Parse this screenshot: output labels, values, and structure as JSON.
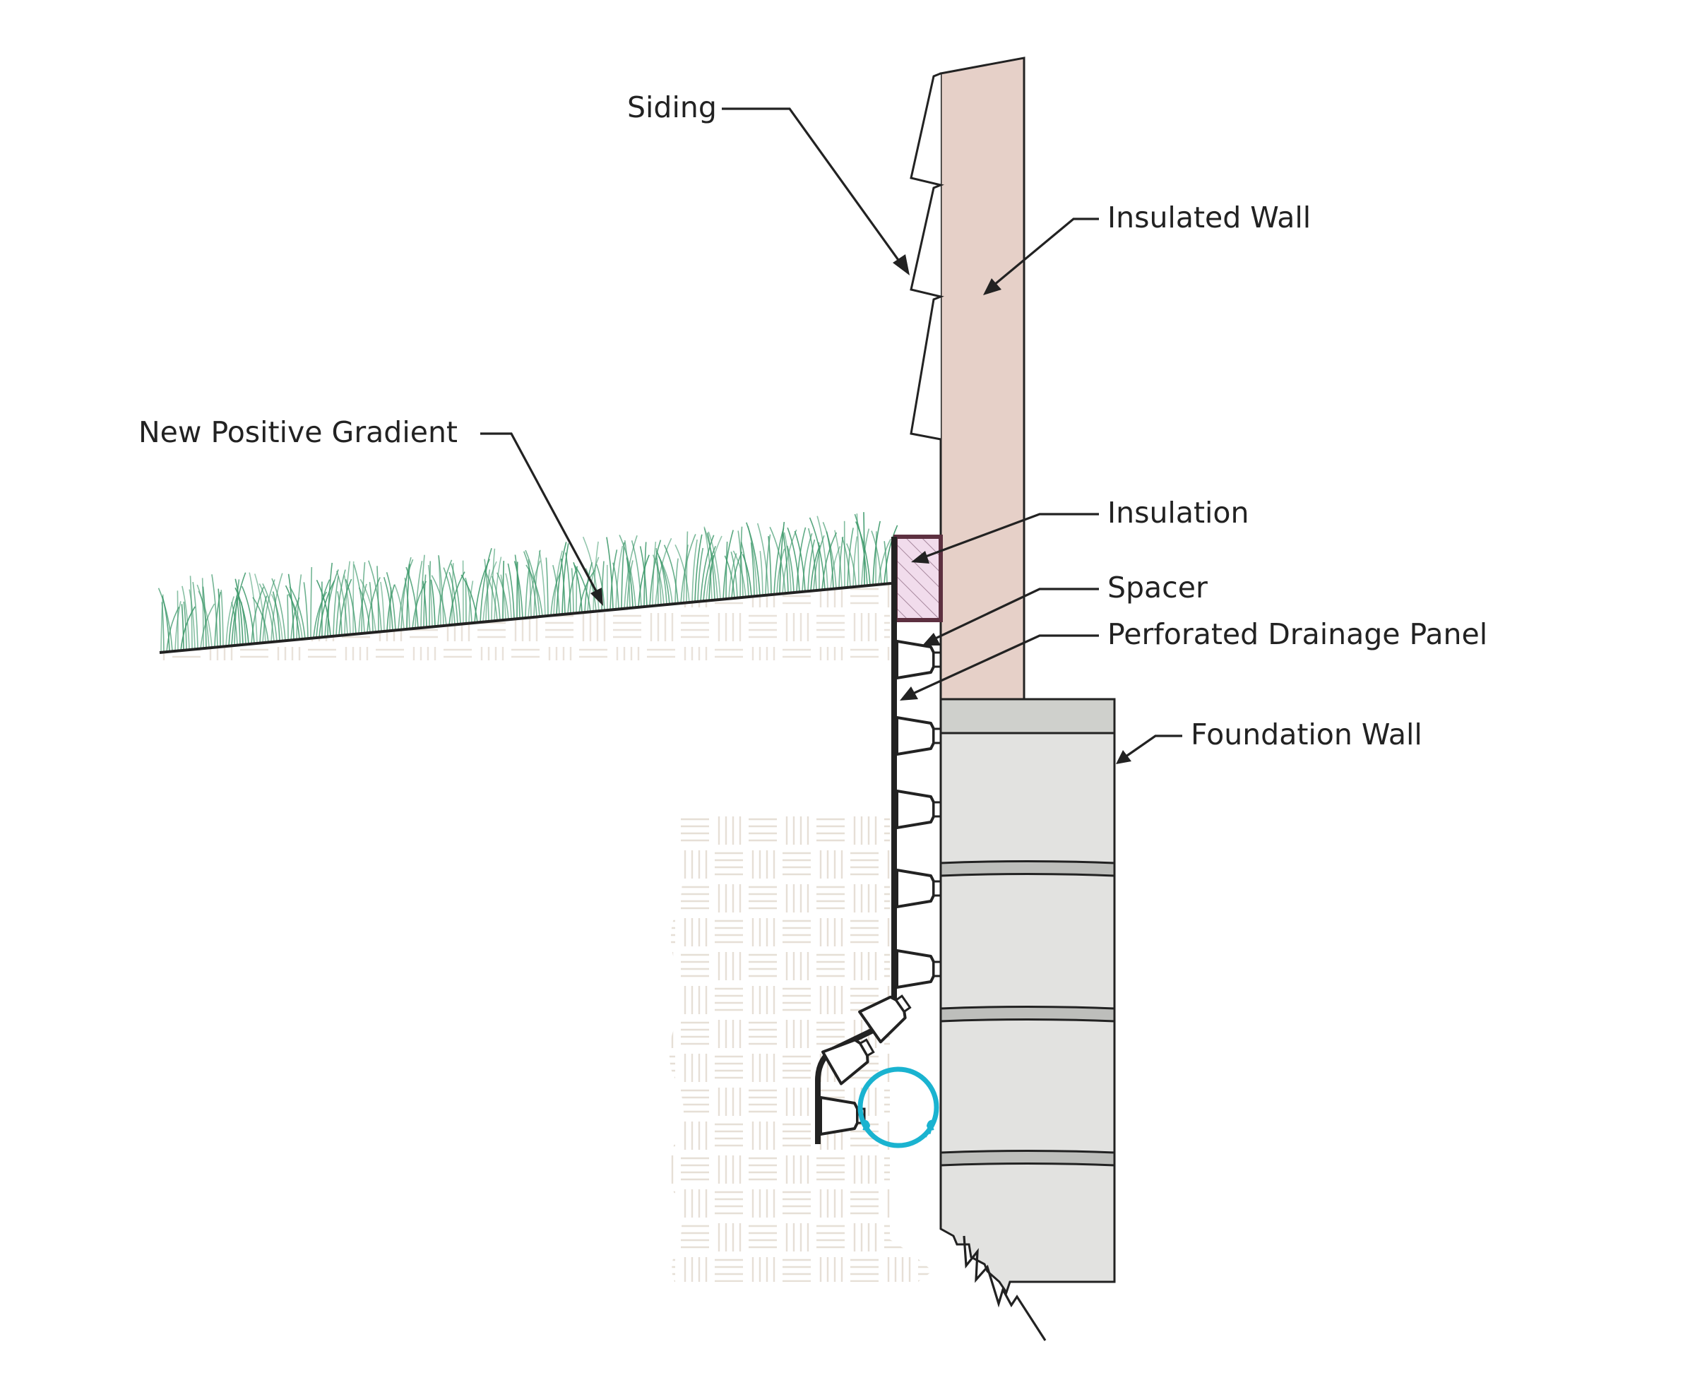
{
  "labels": {
    "siding": "Siding",
    "insulated_wall": "Insulated Wall",
    "new_positive_gradient": "New Positive Gradient",
    "insulation": "Insulation",
    "spacer": "Spacer",
    "perforated_drainage_panel": "Perforated Drainage Panel",
    "foundation_wall": "Foundation Wall"
  },
  "colors": {
    "wall": "#e6d0c8",
    "foundation": "#e2e2e0",
    "foundation_cap": "#cfd0cc",
    "mortar": "#bdbebb",
    "insulation": "#f1dcec",
    "insulation_hatch": "#a7889e",
    "grass": "#3f9a6c",
    "soil_pattern": "#e6dfd6",
    "pipe": "#1ab3d0",
    "line": "#222222"
  }
}
